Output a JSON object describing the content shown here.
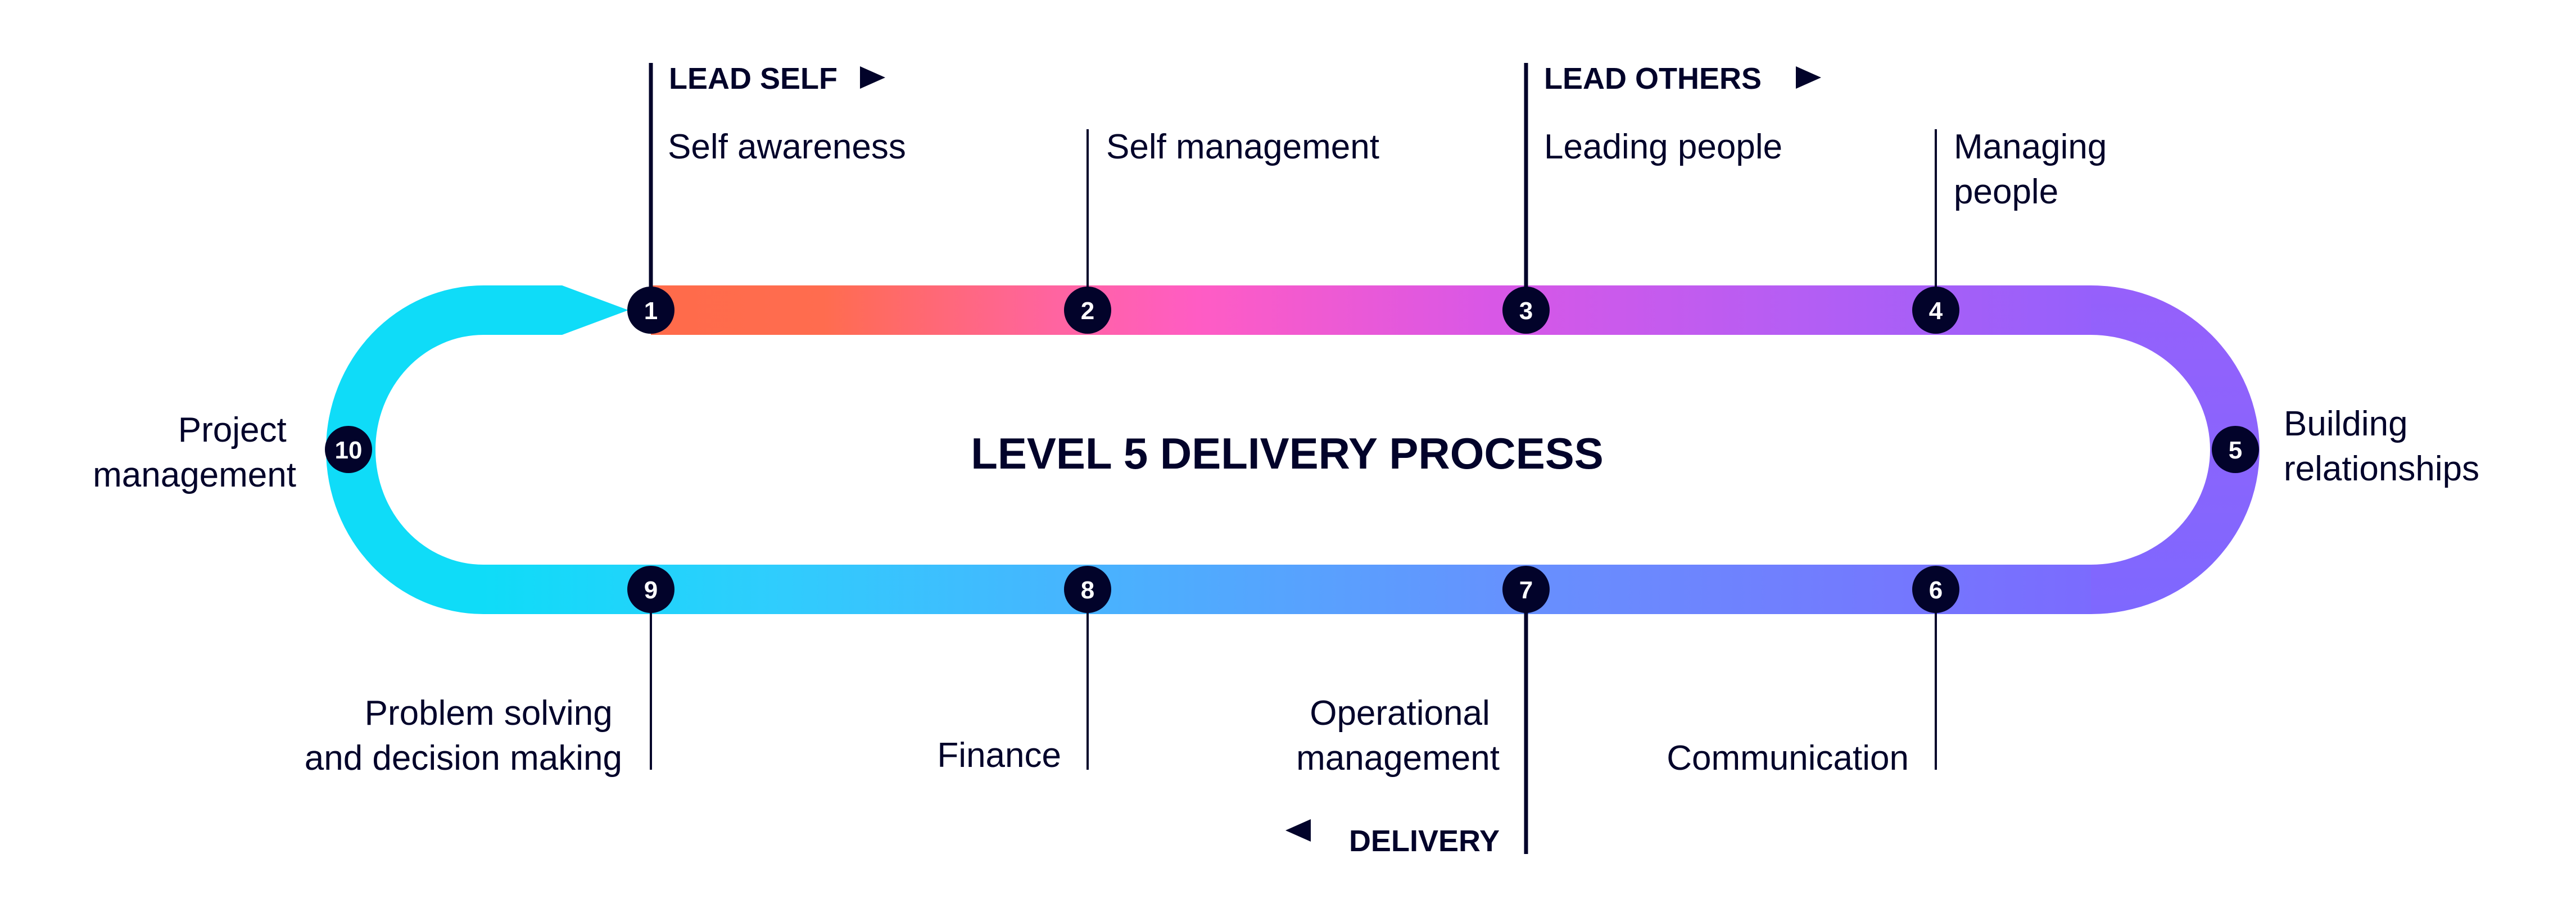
{
  "title": "LEVEL 5 DELIVERY PROCESS",
  "sections": [
    {
      "label": "LEAD SELF",
      "arrow_icon": "triangle-right-icon",
      "starts_at_step": 1
    },
    {
      "label": "LEAD OTHERS",
      "arrow_icon": "triangle-right-icon",
      "starts_at_step": 3
    },
    {
      "label": "DELIVERY",
      "arrow_icon": "triangle-left-icon",
      "starts_at_step": 7
    }
  ],
  "steps": [
    {
      "number": "1",
      "lines": [
        "Self awareness"
      ]
    },
    {
      "number": "2",
      "lines": [
        "Self management"
      ]
    },
    {
      "number": "3",
      "lines": [
        "Leading people"
      ]
    },
    {
      "number": "4",
      "lines": [
        "Managing",
        "people"
      ]
    },
    {
      "number": "5",
      "lines": [
        "Building",
        "relationships"
      ]
    },
    {
      "number": "6",
      "lines": [
        "Communication"
      ]
    },
    {
      "number": "7",
      "lines": [
        "Operational",
        "management"
      ]
    },
    {
      "number": "8",
      "lines": [
        "Finance"
      ]
    },
    {
      "number": "9",
      "lines": [
        "Problem solving",
        "and decision making"
      ]
    },
    {
      "number": "10",
      "lines": [
        "Project",
        "management"
      ]
    }
  ],
  "colors": {
    "ink": "#02032a",
    "node_fill": "#02032a",
    "node_text": "#ffffff",
    "track_top": [
      "#ff6b4a",
      "#ff6b5a",
      "#ff5fc4",
      "#e055e4",
      "#c45ef2",
      "#a45ff7",
      "#9460fb"
    ],
    "track_right": "#9160fc",
    "track_bottom": [
      "#0fdcf8",
      "#3bc4fd",
      "#54a6fe",
      "#6d88fe",
      "#7b6bfe"
    ],
    "track_left": "#0fdcf8"
  }
}
